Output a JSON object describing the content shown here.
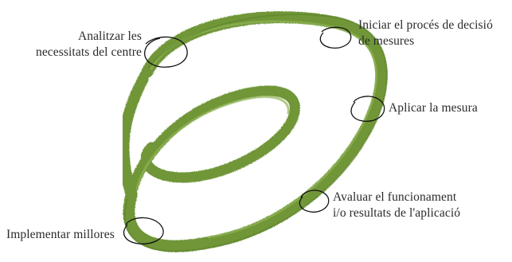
{
  "colors": {
    "spiral": "#6f9638",
    "spiral_light": "#8fb356",
    "marker": "#111111",
    "text": "#2a2a2a"
  },
  "steps": [
    {
      "id": "analyze",
      "lines": [
        "Analitzar les",
        "necessitats del centre"
      ]
    },
    {
      "id": "decide",
      "lines": [
        "Iniciar el procés de decisió",
        "de mesures"
      ]
    },
    {
      "id": "apply",
      "lines": [
        "Aplicar la mesura"
      ]
    },
    {
      "id": "evaluate",
      "lines": [
        "Avaluar el funcionament",
        "i/o resultats de l'aplicació"
      ]
    },
    {
      "id": "improve",
      "lines": [
        "Implementar millores"
      ]
    }
  ]
}
